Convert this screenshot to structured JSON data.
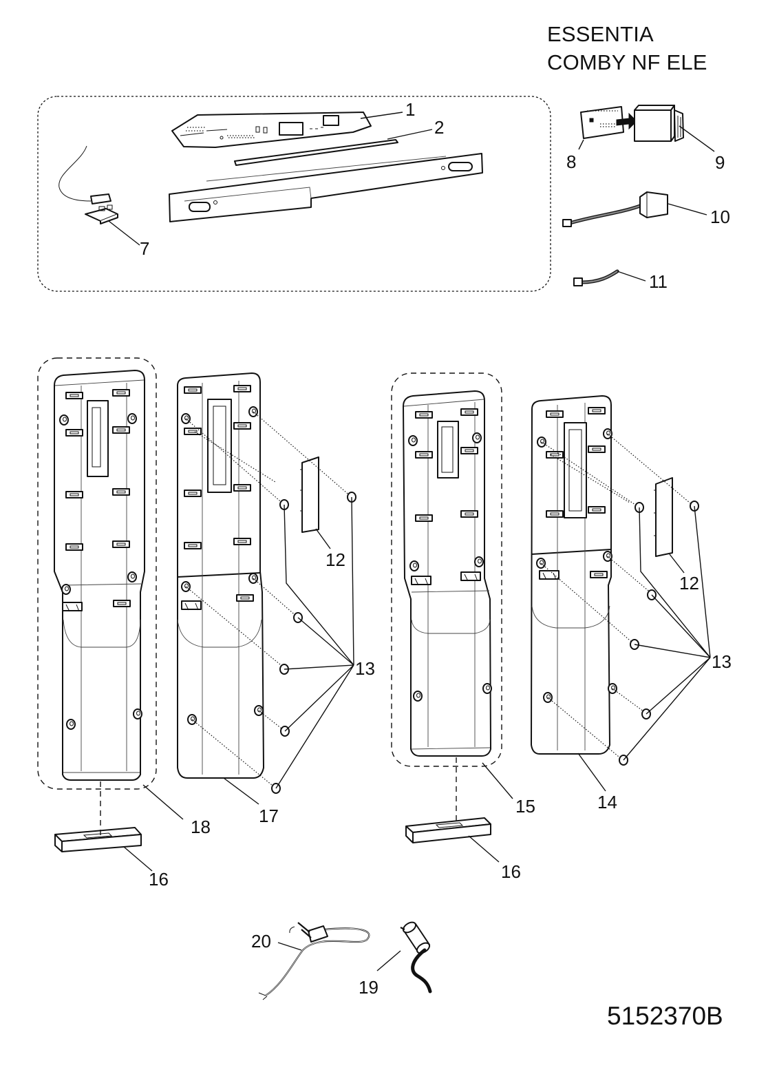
{
  "header": {
    "title_line1": "ESSENTIA",
    "title_line2": "COMBY NF ELE"
  },
  "document_code": "5152370B",
  "callouts": {
    "c1": "1",
    "c2": "2",
    "c7": "7",
    "c8": "8",
    "c9": "9",
    "c10": "10",
    "c11": "11",
    "c12a": "12",
    "c12b": "12",
    "c13a": "13",
    "c13b": "13",
    "c14": "14",
    "c15": "15",
    "c16a": "16",
    "c16b": "16",
    "c17": "17",
    "c18": "18",
    "c19": "19",
    "c20": "20"
  }
}
